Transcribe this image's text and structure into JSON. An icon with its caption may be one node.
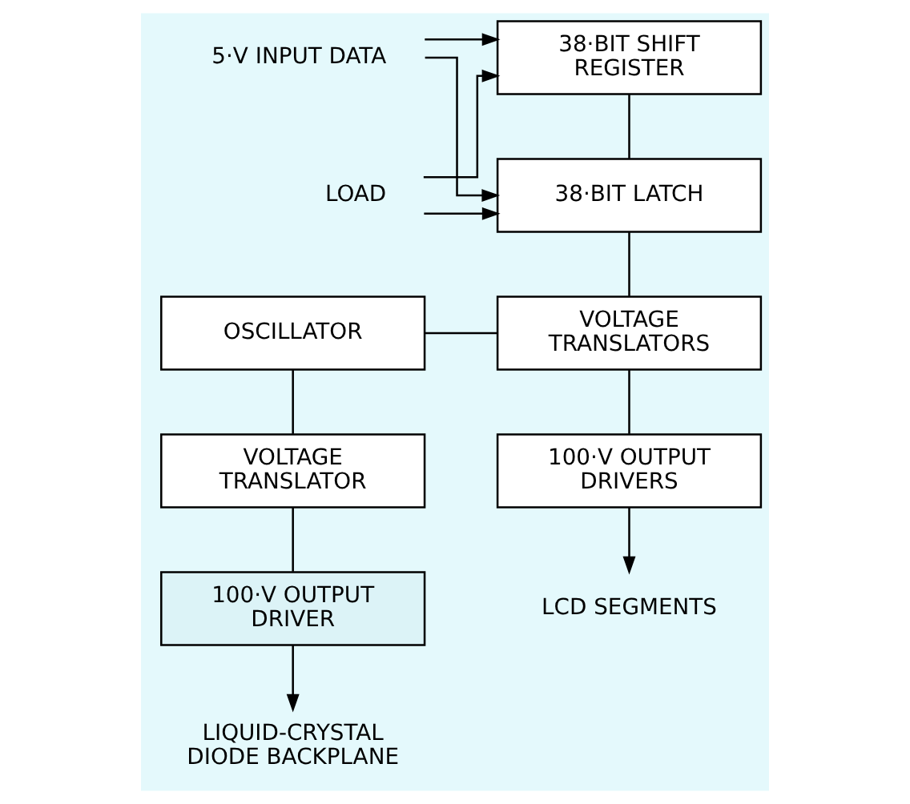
{
  "diagram": {
    "nodes": [
      {
        "text": [
          "5·V INPUT DATA"
        ]
      },
      {
        "text": [
          "38·BIT SHIFT REGISTER"
        ]
      },
      {
        "text": [
          "LOAD"
        ]
      },
      {
        "text": [
          "38·BIT LATCH"
        ]
      },
      {
        "text": [
          "OSCILLATOR"
        ]
      },
      {
        "text": [
          "VOLTAGE TRANSLATORS"
        ]
      },
      {
        "text": [
          "VOLTAGE TRANSLATOR"
        ]
      },
      {
        "text": [
          "100·V OUTPUT DRIVER"
        ]
      },
      {
        "text": [
          "100·V OUTPUT DRIVERS"
        ]
      },
      {
        "text": [
          "LIQUID-CRYSTAL DIODE BACKPLANE"
        ]
      },
      {
        "text": [
          "LCD SEGMENTS"
        ]
      }
    ],
    "edges": [
      {
        "from": 0,
        "to": 1,
        "arrow": "to"
      },
      {
        "from": 0,
        "to": 3,
        "arrow": "to"
      },
      {
        "from": 2,
        "to": 1,
        "arrow": "to"
      },
      {
        "from": 2,
        "to": 3,
        "arrow": "to"
      },
      {
        "from": 1,
        "to": 3,
        "arrow": "none"
      },
      {
        "from": 3,
        "to": 5,
        "arrow": "none"
      },
      {
        "from": 4,
        "to": 6,
        "arrow": "none"
      },
      {
        "from": 4,
        "to": 5,
        "arrow": "none"
      },
      {
        "from": 6,
        "to": 7,
        "arrow": "none"
      },
      {
        "from": 7,
        "to": 9,
        "arrow": "to"
      },
      {
        "from": 5,
        "to": 8,
        "arrow": "none"
      },
      {
        "from": 8,
        "to": 10,
        "arrow": "to"
      }
    ]
  }
}
